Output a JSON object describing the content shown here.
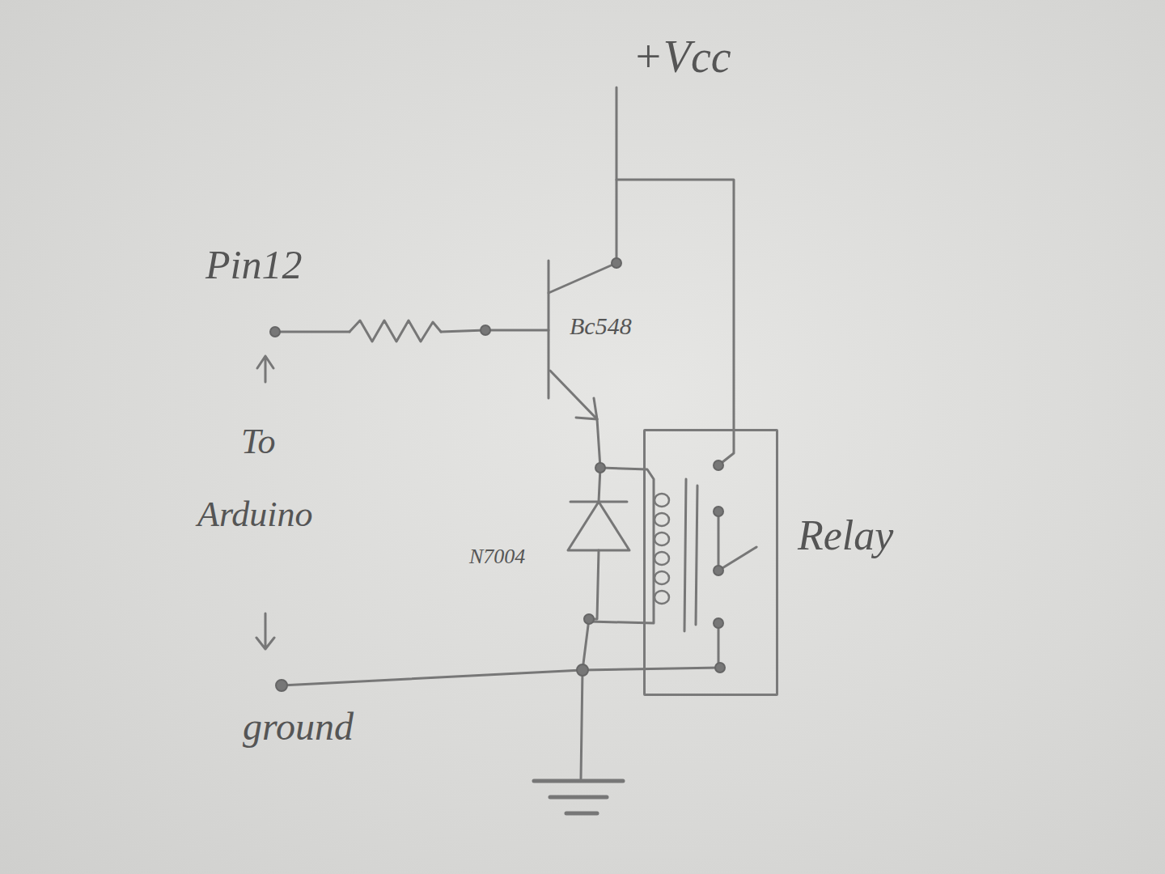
{
  "diagram": {
    "nodes": [
      {
        "text": [
          "Relay"
        ]
      }
    ],
    "labels": [
      "+Vcc",
      "Pin12",
      "Bc548",
      "To",
      "Arduino",
      "N7004",
      "ground"
    ]
  }
}
